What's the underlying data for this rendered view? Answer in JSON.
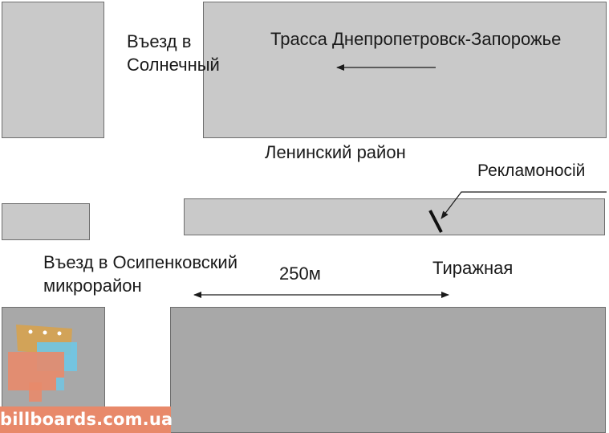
{
  "labels": {
    "entry_solnechny": [
      "Въезд в",
      "Солнечный"
    ],
    "highway": "Трасса Днепропетровск-Запорожье",
    "district": "Ленинский район",
    "billboard": "Рекламоносій",
    "entry_osipenkovsky": [
      "Въезд в Осипенковский",
      "микрорайон"
    ],
    "distance": "250м",
    "street_tirazhnaya": "Тиражная"
  },
  "watermark": {
    "text": "billboards.com.ua"
  },
  "colors": {
    "block_light": "#c9c9c9",
    "block_dark": "#a8a8a8",
    "outline": "#6e6e6e",
    "watermark_bg": "#e8896a"
  }
}
